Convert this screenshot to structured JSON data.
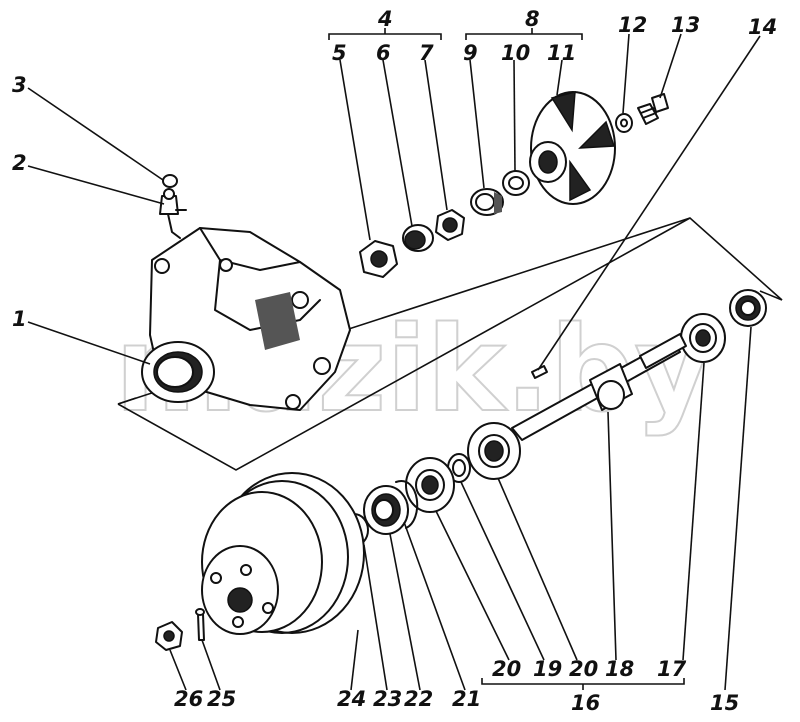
{
  "watermark": "mazik.by",
  "labels": {
    "l1": "1",
    "l2": "2",
    "l3": "3",
    "l4": "4",
    "l5": "5",
    "l6": "6",
    "l7": "7",
    "l8": "8",
    "l9": "9",
    "l10": "10",
    "l11": "11",
    "l12": "12",
    "l13": "13",
    "l14": "14",
    "l15": "15",
    "l16": "16",
    "l17": "17",
    "l18": "18",
    "l19": "19",
    "l20a": "20",
    "l20b": "20",
    "l21": "21",
    "l22": "22",
    "l23": "23",
    "l24": "24",
    "l25": "25",
    "l26": "26"
  }
}
